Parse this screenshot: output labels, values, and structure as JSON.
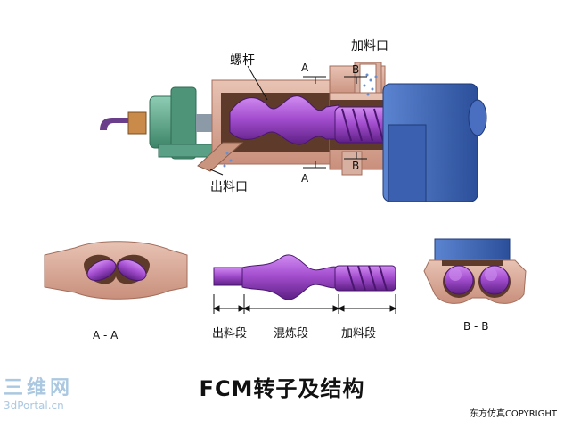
{
  "labels": {
    "screw": "螺杆",
    "feed_port": "加料口",
    "discharge_port": "出料口",
    "section_a_top": "A",
    "section_a_bottom": "A",
    "section_b_top": "B",
    "section_b_bottom": "B",
    "segment_discharge": "出料段",
    "segment_mixing": "混炼段",
    "segment_feed": "加料段",
    "section_aa": "A - A",
    "section_bb": "B - B"
  },
  "caption": "FCM转子及结构",
  "copyright": "东方仿真COPYRIGHT",
  "watermark": {
    "logo_text": "三维网",
    "site": "3dPortal.cn"
  },
  "colors": {
    "casing": "#dcae9c",
    "screw": "#a050c8",
    "motor": "#3f66b8",
    "gearbox": "#5aa087",
    "cavity": "#5e3a2a"
  }
}
